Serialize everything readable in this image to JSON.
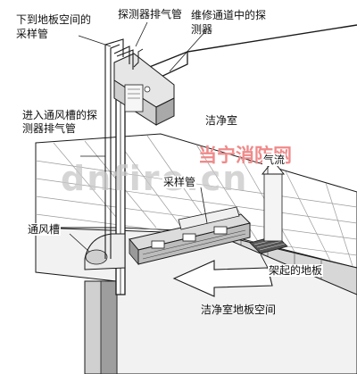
{
  "colors": {
    "line": "#1a1a1a",
    "wall": "#ffffff",
    "panel": "#ececec",
    "shade": "#c9c9c9",
    "dark": "#8c8c8c",
    "watermark": "#f08a8a",
    "watermark_text": "#c8c8c8"
  },
  "labels": {
    "floor_sampling_pipe": "下到地板空间的采样管",
    "detector_exhaust": "探测器排气管",
    "detector_in_corridor": "维修通道中的探测器",
    "detector_exhaust_into_duct": "进入通风槽的探测器排气管",
    "clean_room": "洁净室",
    "airflow": "气流",
    "sampling_pipe": "采样管",
    "vent_duct": "通风槽",
    "raised_floor": "架起的地板",
    "clean_room_floor_space": "洁净室地板空间"
  },
  "watermark": {
    "cn": "当宁消防网",
    "en": "dnfire.cn"
  }
}
